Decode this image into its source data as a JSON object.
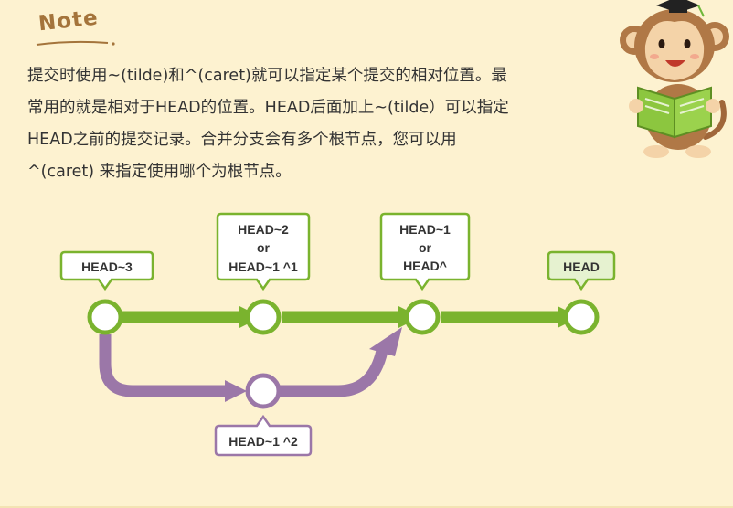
{
  "note": {
    "title": "Note",
    "lines": [
      "提交时使用~(tilde)和^(caret)就可以指定某个提交的相对位置。最",
      "常用的就是相对于HEAD的位置。HEAD后面加上~(tilde）可以指定",
      "HEAD之前的提交记录。合并分支会有多个根节点，您可以用",
      "^(caret) 来指定使用哪个为根节点。"
    ],
    "mascot_icon": "monkey-reading-book-icon"
  },
  "diagram": {
    "labels": {
      "head3": [
        "HEAD~3"
      ],
      "head2": [
        "HEAD~2",
        "or",
        "HEAD~1 ^1"
      ],
      "head1": [
        "HEAD~1",
        "or",
        "HEAD^"
      ],
      "head": [
        "HEAD"
      ],
      "head1_2": [
        "HEAD~1 ^2"
      ]
    },
    "colors": {
      "main_branch": "#7ab32e",
      "side_branch": "#9b77a8",
      "head_label_fill": "#e6f2d0",
      "background": "#fdf2d0"
    }
  }
}
